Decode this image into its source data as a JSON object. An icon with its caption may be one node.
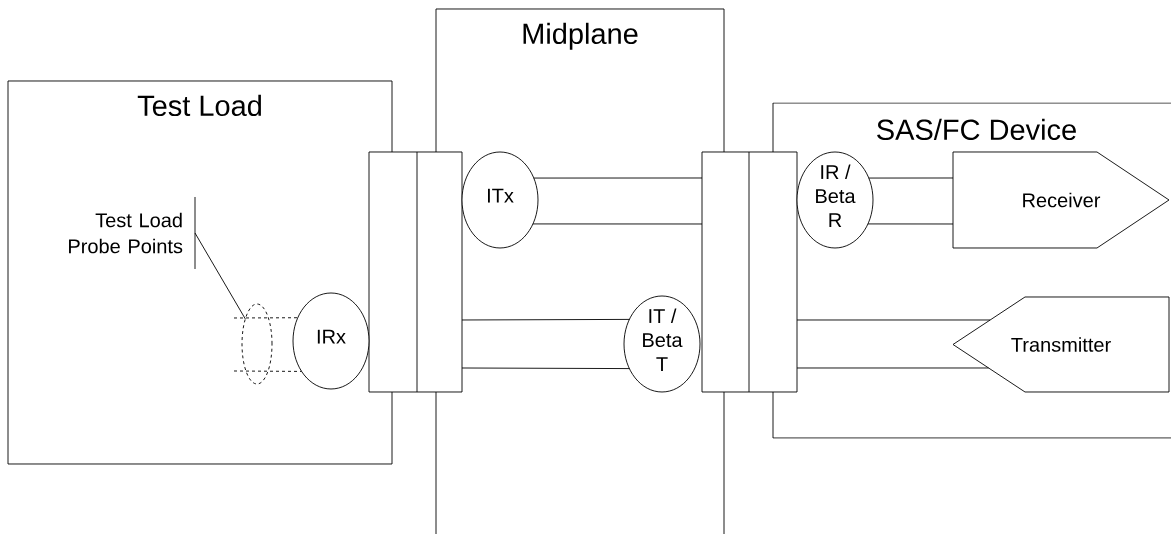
{
  "diagram": {
    "nodes": [
      {
        "text": [
          "Test Load"
        ]
      },
      {
        "text": [
          "Midplane"
        ]
      },
      {
        "text": [
          "SAS/FC Device"
        ]
      },
      {
        "text": [
          "ITx"
        ],
        "in": 1
      },
      {
        "text": [
          "IT / Beta T"
        ],
        "in": 1
      },
      {
        "text": [
          "IR / Beta R"
        ],
        "in": 2
      },
      {
        "text": [
          "Receiver"
        ],
        "in": 2
      },
      {
        "text": [
          "Transmitter"
        ],
        "in": 2
      },
      {
        "text": [
          "IRx"
        ],
        "in": 0
      },
      {
        "text": [
          "Test Load Probe Points"
        ],
        "in": 0
      },
      {
        "text": [],
        "shape": "ellipse",
        "in": 0
      },
      {
        "text": [],
        "shape": "box"
      },
      {
        "text": [],
        "shape": "box"
      }
    ],
    "edges": [
      {
        "from": 3,
        "to": 12,
        "arrow": "none"
      },
      {
        "from": 3,
        "to": 12,
        "arrow": "none"
      },
      {
        "from": 11,
        "to": 4,
        "arrow": "none"
      },
      {
        "from": 11,
        "to": 4,
        "arrow": "none"
      },
      {
        "from": 5,
        "to": 6,
        "arrow": "none"
      },
      {
        "from": 5,
        "to": 6,
        "arrow": "none"
      },
      {
        "from": 12,
        "to": 7,
        "arrow": "none"
      },
      {
        "from": 12,
        "to": 7,
        "arrow": "none"
      },
      {
        "from": 10,
        "to": 8,
        "arrow": "none",
        "style": "dashed"
      },
      {
        "from": 10,
        "to": 8,
        "arrow": "none",
        "style": "dashed"
      },
      {
        "from": 9,
        "to": 10,
        "arrow": "none"
      }
    ]
  }
}
